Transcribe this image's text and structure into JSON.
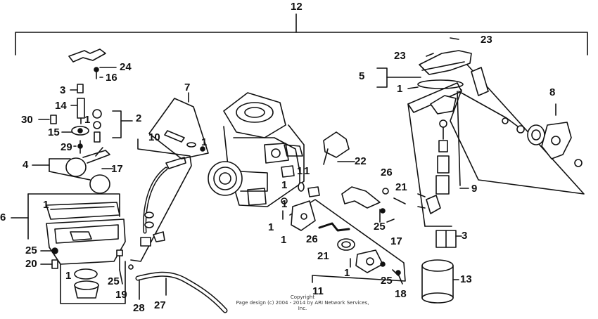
{
  "diagram": {
    "callouts": {
      "c12": "12",
      "c23a": "23",
      "c23b": "23",
      "c24": "24",
      "c16": "16",
      "c3a": "3",
      "c3b": "3",
      "c14": "14",
      "c2": "2",
      "c30": "30",
      "c15": "15",
      "c29": "29",
      "c17a": "17",
      "c17b": "17",
      "c4": "4",
      "c10": "10",
      "c7": "7",
      "c1a": "1",
      "c1b": "1",
      "c1c": "1",
      "c1d": "1",
      "c1e": "1",
      "c1f": "1",
      "c1g": "1",
      "c1h": "1",
      "c1i": "1",
      "c1j": "1",
      "c1k": "1",
      "c1l": "1",
      "c5": "5",
      "c8": "8",
      "c9": "9",
      "c6": "6",
      "c25a": "25",
      "c25b": "25",
      "c25c": "25",
      "c25d": "25",
      "c20": "20",
      "c19": "19",
      "c28": "28",
      "c27": "27",
      "c22": "22",
      "c26a": "26",
      "c26b": "26",
      "c21a": "21",
      "c21b": "21",
      "c11": "11",
      "c18": "18",
      "c13": "13"
    },
    "copyright": {
      "line1": "Copyright",
      "line2": "Page design (c) 2004 - 2014 by ARI Network Services, Inc."
    }
  }
}
